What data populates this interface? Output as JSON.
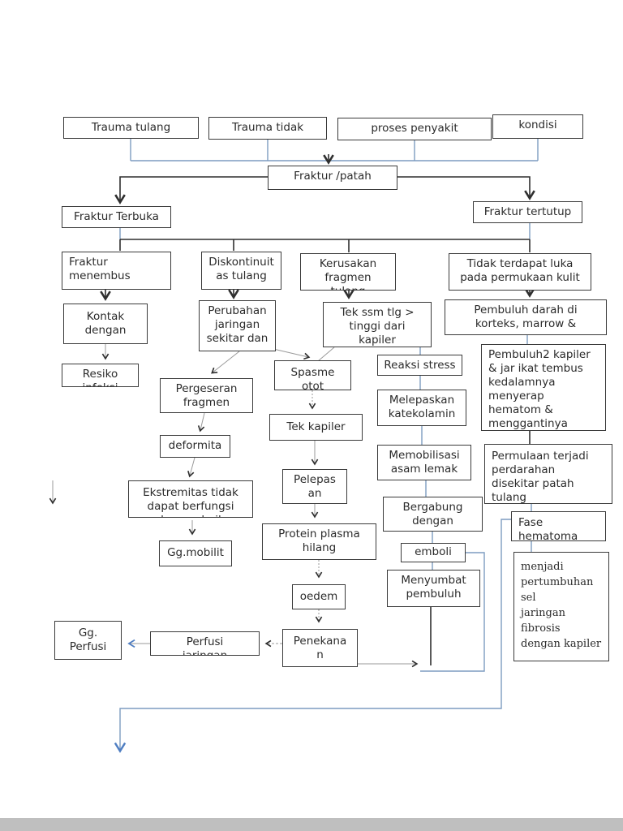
{
  "page": {
    "description": "Pathophysiology flowchart of bone fracture (patofisiologi fraktur)",
    "background": "#ffffff",
    "footer_strip_color": "#bfbfbf"
  },
  "colors": {
    "box_border": "#3a3a3a",
    "line_black": "#2f2f2f",
    "line_gray": "#9a9a9a",
    "line_blue": "#7d9cc0",
    "arrow_blue": "#4f7ec2"
  },
  "nodes": {
    "trauma_tulang": "Trauma tulang",
    "trauma_tidak": "Trauma tidak",
    "proses_penyakit": "proses penyakit",
    "kondisi": "kondisi",
    "fraktur_patah": "Fraktur /patah",
    "fraktur_terbuka": "Fraktur Terbuka",
    "fraktur_tertutup": "Fraktur tertutup",
    "fraktur_menembus": "Fraktur\nmenembus",
    "diskontinuitas": "Diskontinuit\nas tulang",
    "kerusakan_fragmen": "Kerusakan\nfragmen\ntulang",
    "tidak_terdapat_luka": "Tidak terdapat luka\npada permukaan kulit",
    "kontak_dengan": "Kontak\ndengan",
    "resiko": "Resiko\ninfeksi",
    "perubahan_jaringan": "Perubahan\njaringan\nsekitar dan",
    "tek_ssm": "Tek ssm tlg >\ntinggi dari\nkapiler",
    "pembuluh_darah": "Pembuluh darah di\nkorteks, marrow &",
    "spasme_otot": "Spasme\notot",
    "reaksi_stress": "Reaksi stress",
    "pembuluh2_kapiler": "Pembuluh2  kapiler\n& jar ikat tembus\nkedalamnya\nmenyerap\nhematom &\nmenggantinya",
    "pergeseran_fragmen": "Pergeseran\nfragmen",
    "melepaskan_katekolamin": "Melepaskan\nkatekolamin",
    "tek_kapiler": "Tek kapiler",
    "deformita": "deformita",
    "memobilisasi": "Memobilisasi\nasam lemak",
    "permulaan": "Permulaan terjadi\nperdarahan\ndisekitar patah\ntulang",
    "pelepasan": "Pelepas\nan",
    "ekstremitas": "Ekstremitas tidak\ndapat berfungsi\ndengan baik",
    "bergabung": "Bergabung\ndengan",
    "fase_hematoma": "Fase\nhematoma",
    "protein_plasma": "Protein plasma\nhilang",
    "gg_mobilit": "Gg.mobilit",
    "emboli": "emboli",
    "menjadi": "menjadi\npertumbuhan sel\njaringan fibrosis\ndengan kapiler",
    "menyumbat": "Menyumbat\npembuluh",
    "oedem": "oedem",
    "penekanan": "Penekana\nn",
    "perfusi": "Perfusi\njaringan",
    "gg_perfusi": "Gg.\nPerfusi"
  }
}
